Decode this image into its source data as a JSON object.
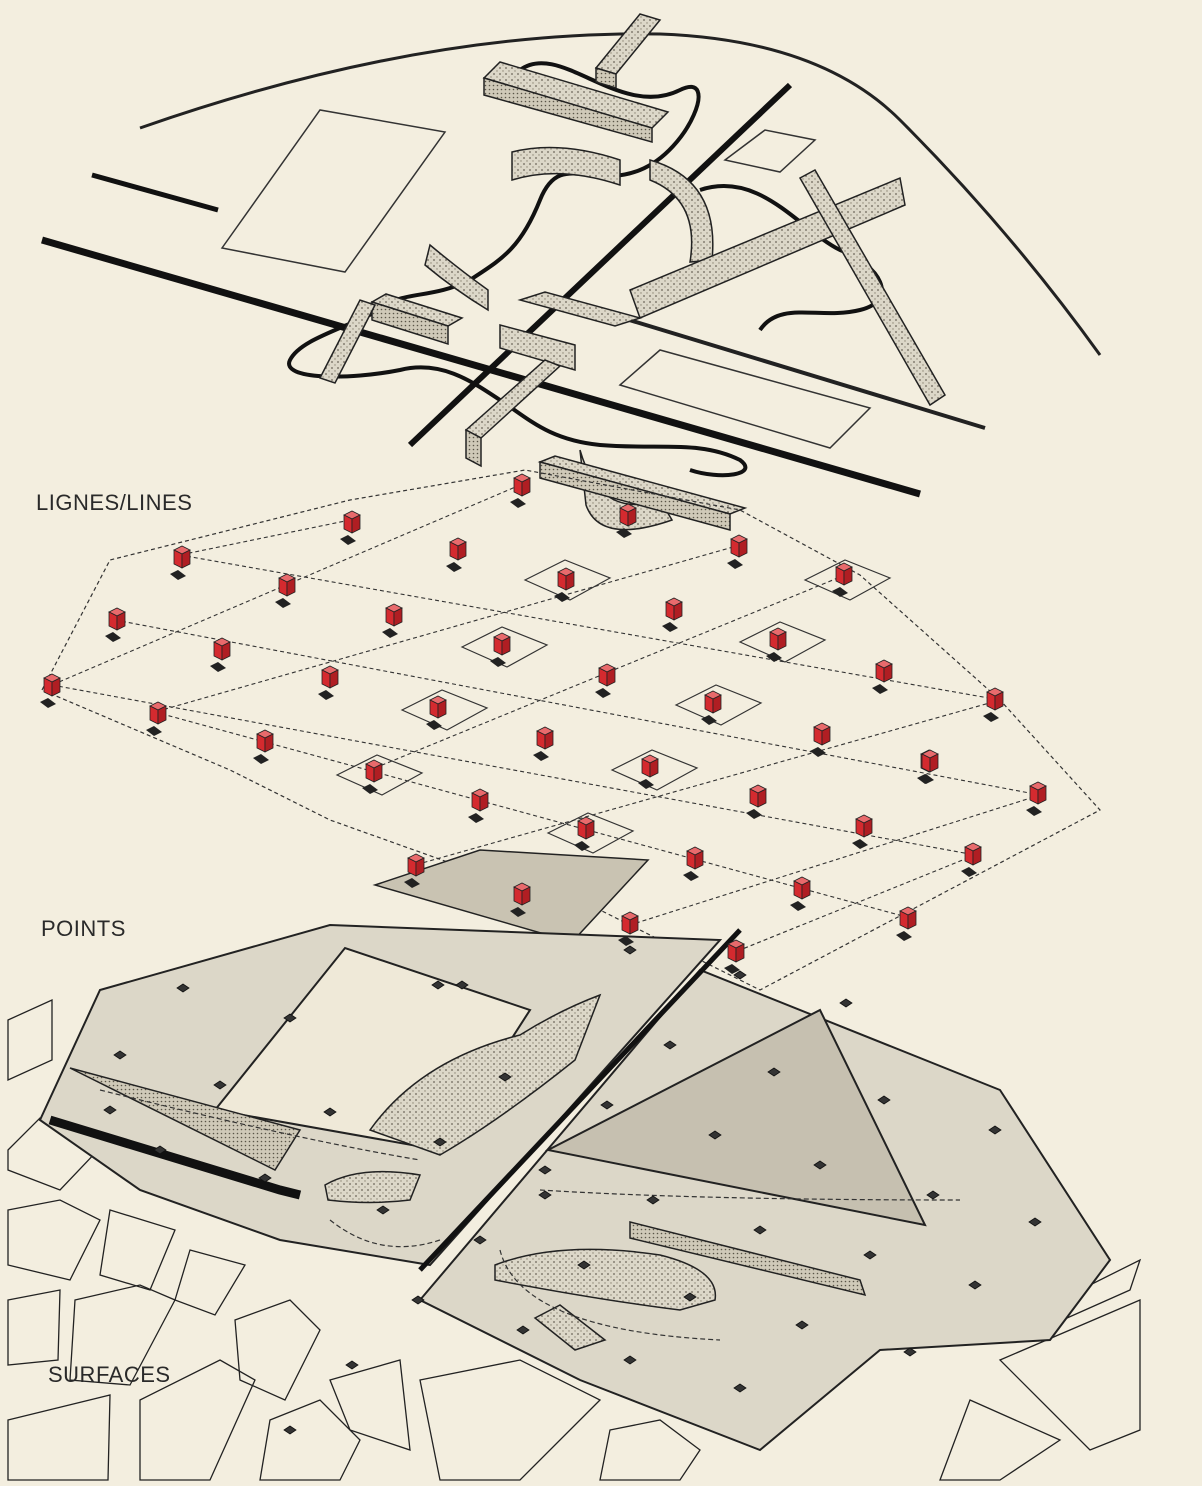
{
  "labels": {
    "lines": "LIGNES/LINES",
    "points": "POINTS",
    "surfaces": "SURFACES"
  },
  "colors": {
    "paper": "#f3eedf",
    "ink": "#222222",
    "folie_red": "#d42a2f",
    "surface_fill": "#dcd7c8",
    "surface_dark": "#c6c0b0"
  },
  "icons": {
    "folie_marker": "red-cube-icon",
    "surface_marker": "square-marker-icon"
  }
}
